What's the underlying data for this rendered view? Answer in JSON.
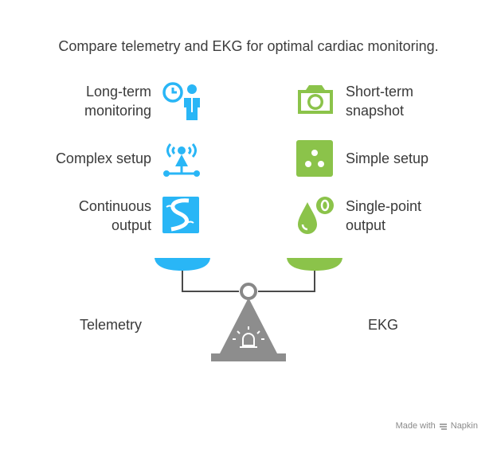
{
  "title": "Compare telemetry and EKG for optimal cardiac monitoring.",
  "left": {
    "name": "Telemetry",
    "color": "#29B6F6",
    "items": [
      {
        "label": "Long-term\nmonitoring",
        "icon": "clock-person-icon"
      },
      {
        "label": "Complex setup",
        "icon": "broadcast-antenna-icon"
      },
      {
        "label": "Continuous\noutput",
        "icon": "flowing-river-icon"
      }
    ]
  },
  "right": {
    "name": "EKG",
    "color": "#8BC34A",
    "items": [
      {
        "label": "Short-term\nsnapshot",
        "icon": "camera-icon"
      },
      {
        "label": "Simple setup",
        "icon": "three-dots-square-icon"
      },
      {
        "label": "Single-point\noutput",
        "icon": "droplet-zero-icon"
      }
    ]
  },
  "footer": {
    "text": "Made with",
    "brand": "Napkin"
  }
}
